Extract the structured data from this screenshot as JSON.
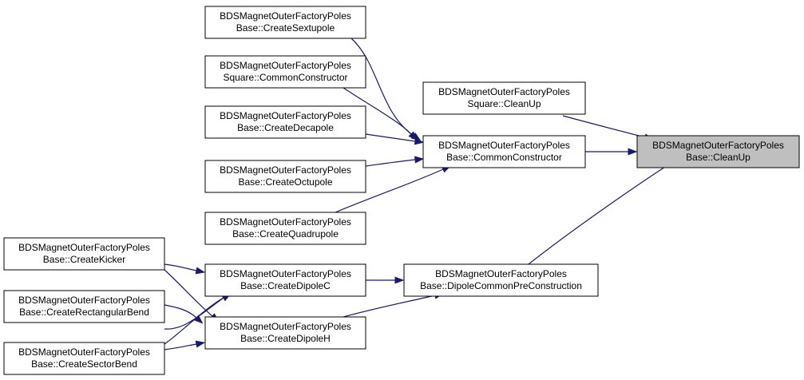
{
  "nodes": [
    {
      "id": "n0",
      "line1": "BDSMagnetOuterFactoryPoles",
      "line2": "Base::CleanUp",
      "focus": true
    },
    {
      "id": "n1",
      "line1": "BDSMagnetOuterFactoryPoles",
      "line2": "Square::CleanUp"
    },
    {
      "id": "n2",
      "line1": "BDSMagnetOuterFactoryPoles",
      "line2": "Base::CommonConstructor"
    },
    {
      "id": "n3",
      "line1": "BDSMagnetOuterFactoryPoles",
      "line2": "Base::DipoleCommonPreConstruction"
    },
    {
      "id": "n4",
      "line1": "BDSMagnetOuterFactoryPoles",
      "line2": "Base::CreateSextupole"
    },
    {
      "id": "n5",
      "line1": "BDSMagnetOuterFactoryPoles",
      "line2": "Square::CommonConstructor"
    },
    {
      "id": "n6",
      "line1": "BDSMagnetOuterFactoryPoles",
      "line2": "Base::CreateDecapole"
    },
    {
      "id": "n7",
      "line1": "BDSMagnetOuterFactoryPoles",
      "line2": "Base::CreateOctupole"
    },
    {
      "id": "n8",
      "line1": "BDSMagnetOuterFactoryPoles",
      "line2": "Base::CreateQuadrupole"
    },
    {
      "id": "n9",
      "line1": "BDSMagnetOuterFactoryPoles",
      "line2": "Base::CreateDipoleC"
    },
    {
      "id": "n10",
      "line1": "BDSMagnetOuterFactoryPoles",
      "line2": "Base::CreateDipoleH"
    },
    {
      "id": "n11",
      "line1": "BDSMagnetOuterFactoryPoles",
      "line2": "Base::CreateKicker"
    },
    {
      "id": "n12",
      "line1": "BDSMagnetOuterFactoryPoles",
      "line2": "Base::CreateRectangularBend"
    },
    {
      "id": "n13",
      "line1": "BDSMagnetOuterFactoryPoles",
      "line2": "Base::CreateSectorBend"
    }
  ],
  "edges": [
    {
      "from": "n1",
      "to": "n0"
    },
    {
      "from": "n2",
      "to": "n0"
    },
    {
      "from": "n3",
      "to": "n0"
    },
    {
      "from": "n4",
      "to": "n2"
    },
    {
      "from": "n5",
      "to": "n2"
    },
    {
      "from": "n6",
      "to": "n2"
    },
    {
      "from": "n7",
      "to": "n2"
    },
    {
      "from": "n8",
      "to": "n2"
    },
    {
      "from": "n9",
      "to": "n3"
    },
    {
      "from": "n10",
      "to": "n3"
    },
    {
      "from": "n11",
      "to": "n9"
    },
    {
      "from": "n11",
      "to": "n10"
    },
    {
      "from": "n12",
      "to": "n9"
    },
    {
      "from": "n12",
      "to": "n10"
    },
    {
      "from": "n13",
      "to": "n9"
    },
    {
      "from": "n13",
      "to": "n10"
    }
  ],
  "colors": {
    "edge": "#191970",
    "focus_fill": "#bfbfbf",
    "node_fill": "#ffffff"
  }
}
